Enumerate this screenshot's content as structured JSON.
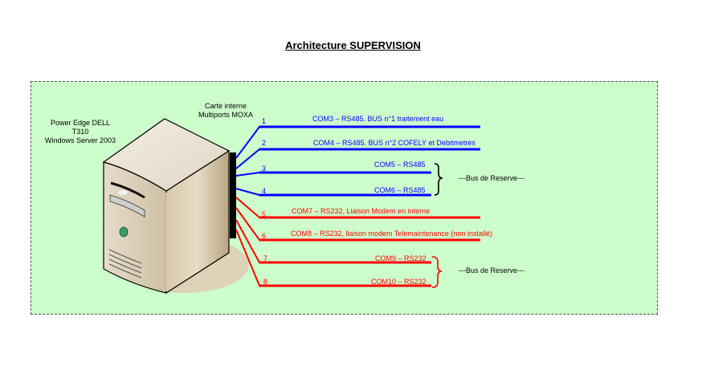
{
  "title": "Architecture SUPERVISION",
  "server": {
    "label_lines": [
      "Power Edge DELL",
      "T310",
      "Windows Server 2003"
    ],
    "icon": "server-tower-icon"
  },
  "card": {
    "label_lines": [
      "Carte interne",
      "Multiports MOXA"
    ]
  },
  "colors": {
    "zone_background": "#ccffcc",
    "rs485": "#0000ff",
    "rs232": "#ff0000"
  },
  "ports": [
    {
      "number": "1",
      "label": "COM3 – RS485. BUS n°1 traitement eau",
      "type": "RS485"
    },
    {
      "number": "2",
      "label": "COM4 – RS485. BUS n°2 COFELY et Debitmetres",
      "type": "RS485"
    },
    {
      "number": "3",
      "label": "COM5 – RS485",
      "type": "RS485"
    },
    {
      "number": "4",
      "label": "COM6 – RS485",
      "type": "RS485"
    },
    {
      "number": "5",
      "label": "COM7 – RS232, Liaison Modem en interne",
      "type": "RS232"
    },
    {
      "number": "6",
      "label": "COM8 – RS232, liaison modem Telemaintenance (non installé)",
      "type": "RS232"
    },
    {
      "number": "7",
      "label": "COM9 – RS232",
      "type": "RS232"
    },
    {
      "number": "8",
      "label": "COM10 – RS232",
      "type": "RS232"
    }
  ],
  "reserve_groups": [
    {
      "label": "---Bus de Reserve---",
      "ports": [
        "3",
        "4"
      ]
    },
    {
      "label": "---Bus de Reserve---",
      "ports": [
        "7",
        "8"
      ]
    }
  ]
}
